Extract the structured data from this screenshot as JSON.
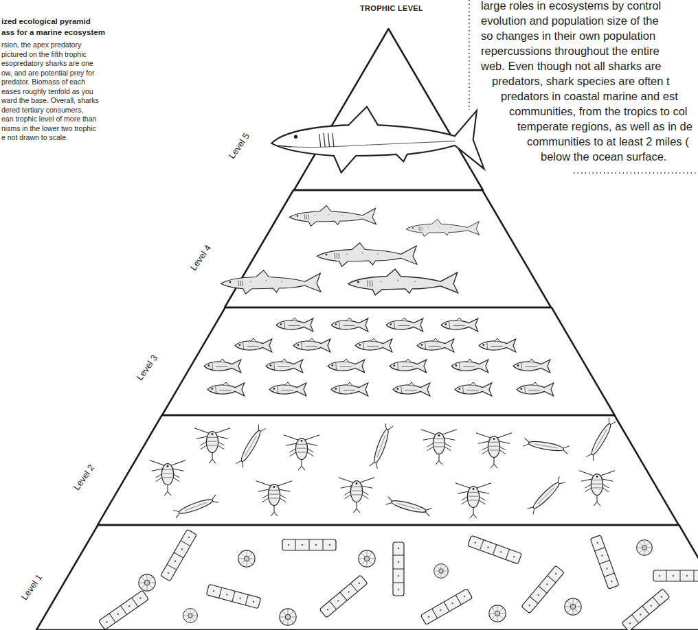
{
  "diagram": {
    "title": "TROPHIC LEVEL",
    "nodes": [
      {
        "text": [
          "Level 5"
        ]
      },
      {
        "text": [
          "Level 4"
        ]
      },
      {
        "text": [
          "Level 3"
        ]
      },
      {
        "text": [
          "Level 2"
        ]
      },
      {
        "text": [
          "Level 1"
        ]
      }
    ],
    "labels": [
      "ized ecological pyramid",
      "ass for a marine ecosystem",
      "rsion, the apex predatory",
      "pictured on the fifth trophic",
      "esopredatory sharks are one",
      "ow, and are potential prey for",
      "predator. Biomass of each",
      "eases roughly tenfold as you",
      "ward the base. Overall, sharks",
      "dered tertiary consumers,",
      "ean trophic level of more than",
      "nisms in the lower two trophic",
      "e not drawn to scale.",
      "large roles in ecosystems by control",
      "evolution and population size of the",
      "so changes in their own population",
      "repercussions throughout the entire",
      "web. Even though not all sharks are",
      "predators, shark species are often t",
      "predators in coastal marine and est",
      "communities, from the tropics to col",
      "temperate regions, as well as in de",
      "communities to at least 2 miles (",
      "below the ocean surface."
    ]
  }
}
